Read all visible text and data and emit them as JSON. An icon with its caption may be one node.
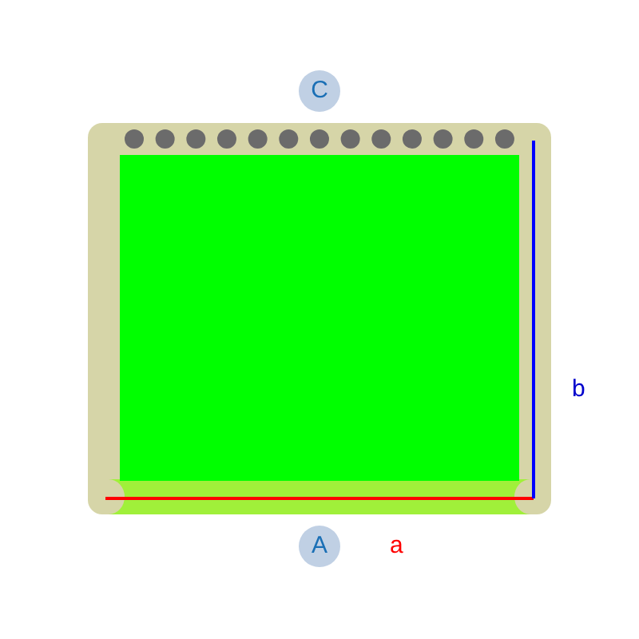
{
  "diagram": {
    "nodes": [
      {
        "text": [
          "C"
        ]
      },
      {
        "text": [
          "A"
        ]
      }
    ],
    "labels": [
      "b",
      "a"
    ]
  }
}
